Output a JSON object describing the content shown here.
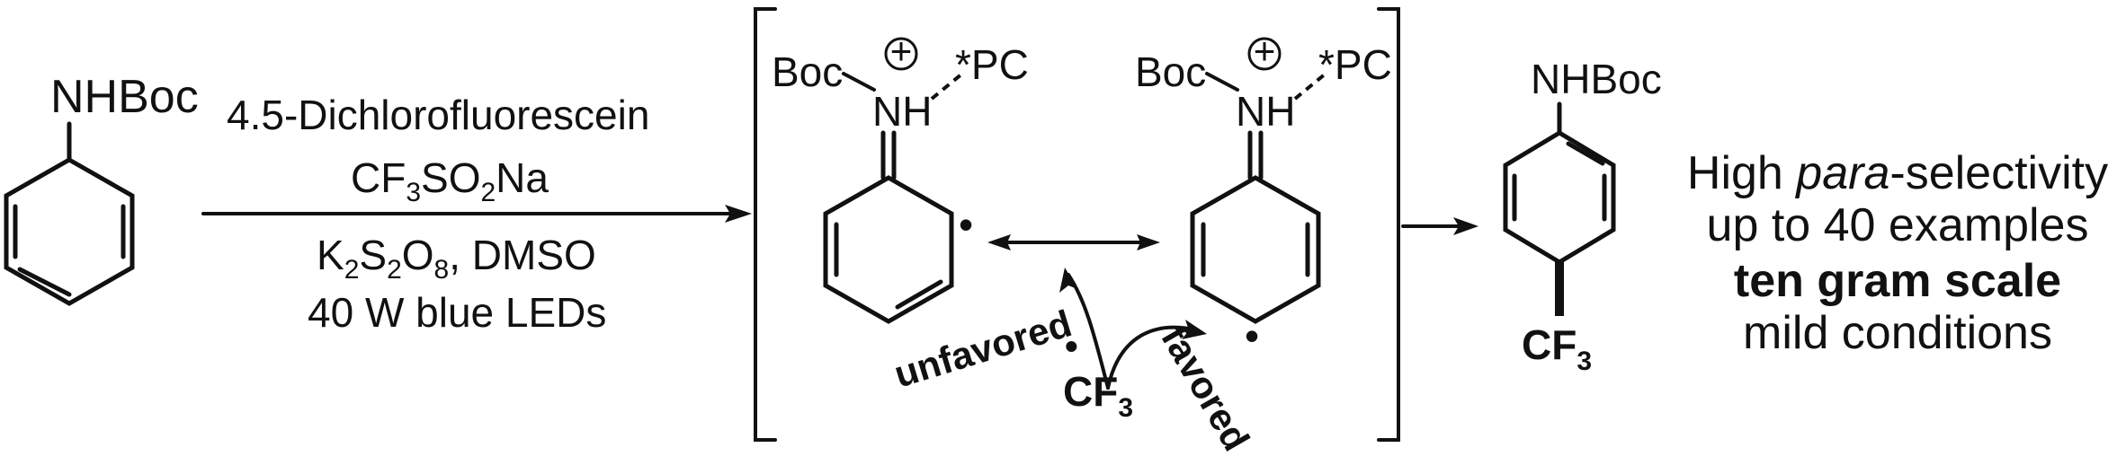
{
  "reactant": {
    "group_label": "NHBoc"
  },
  "conditions": {
    "catalyst": "4.5-Dichlorofluorescein",
    "reagent_main": "CF",
    "reagent_sub1": "3",
    "reagent_mid": "SO",
    "reagent_sub2": "2",
    "reagent_end": "Na",
    "oxidant_k": "K",
    "oxidant_sub1": "2",
    "oxidant_s": "S",
    "oxidant_sub2": "2",
    "oxidant_o": "O",
    "oxidant_sub3": "8",
    "oxidant_rest": ", DMSO",
    "light": "40 W blue LEDs"
  },
  "intermediate": {
    "boc_label": "Boc",
    "nh_label": "NH",
    "charge_symbol": "+",
    "pc_label": "*PC",
    "radical_dot": "•",
    "cf3_main": "CF",
    "cf3_sub": "3",
    "unfavored_label": "unfavored",
    "favored_label": "favored"
  },
  "product": {
    "group_label": "NHBoc",
    "cf3_main": "CF",
    "cf3_sub": "3"
  },
  "highlights": {
    "line1_prefix": "High ",
    "line1_italic": "para",
    "line1_suffix": "-selectivity",
    "line2": "up to 40 examples",
    "line3": "ten gram scale",
    "line4": "mild conditions"
  }
}
